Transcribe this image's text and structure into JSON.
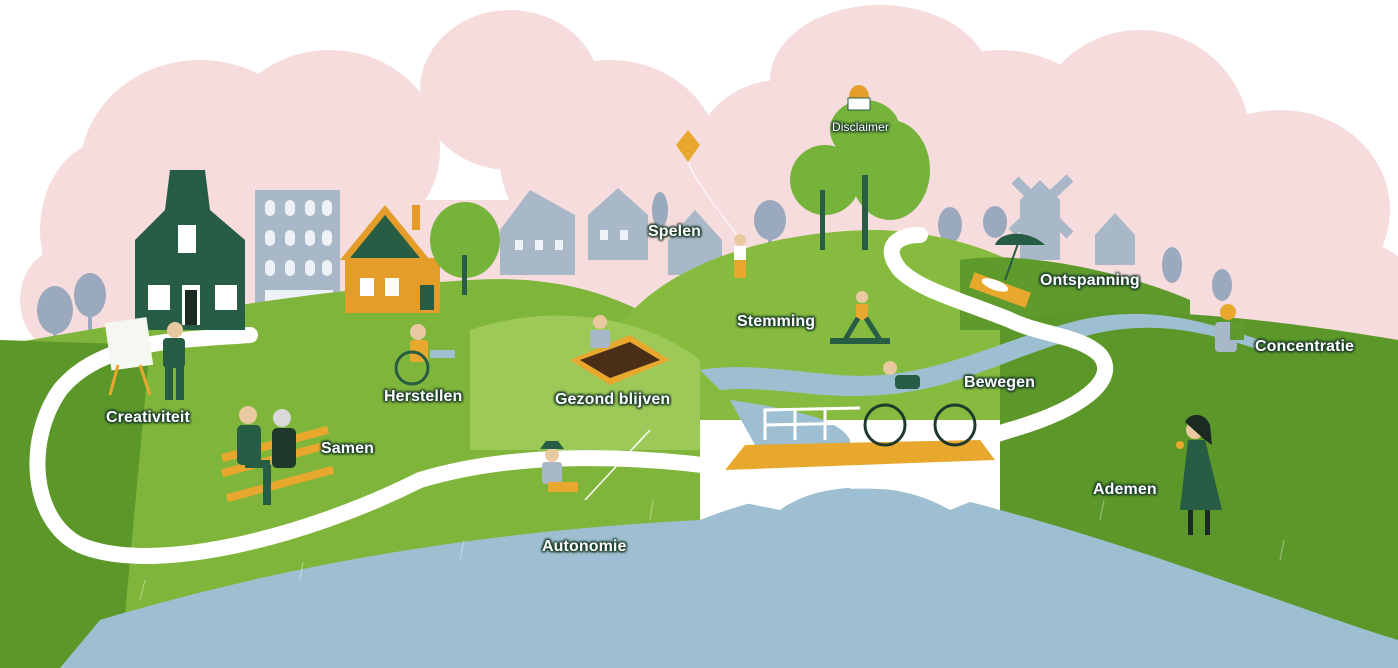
{
  "colors": {
    "sky_cloud": "#f6dcdc",
    "grass_light": "#8cbf3f",
    "grass_dark": "#5f9a2c",
    "path": "#ffffff",
    "water": "#9dbfd1",
    "house_green": "#275c45",
    "house_orange": "#e59d2a",
    "building_blue": "#a9b8c9",
    "tree_green": "#76b33a",
    "bridge_orange": "#e8a82e",
    "label_outline": "#1f3f2c"
  },
  "labels": {
    "disclaimer": "Disclaimer",
    "spelen": "Spelen",
    "ontspanning": "Ontspanning",
    "stemming": "Stemming",
    "concentratie": "Concentratie",
    "bewegen": "Bewegen",
    "herstellen": "Herstellen",
    "gezond_blijven": "Gezond blijven",
    "creativiteit": "Creativiteit",
    "samen": "Samen",
    "ademen": "Ademen",
    "autonomie": "Autonomie"
  }
}
